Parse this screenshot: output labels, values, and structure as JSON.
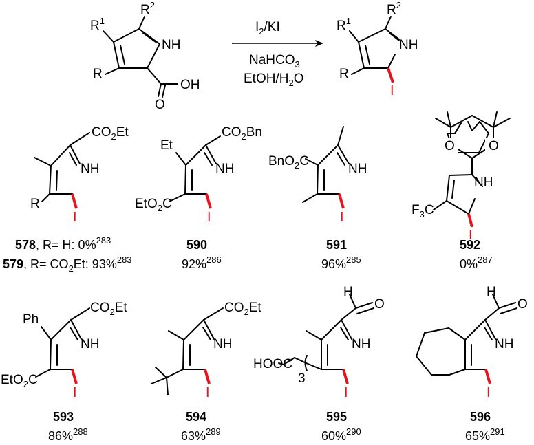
{
  "reaction": {
    "reagent_I2": "I",
    "reagent_I2_sub": "2",
    "reagent_KI": "/KI",
    "reagent_base": "NaHCO",
    "reagent_base_sub": "3",
    "solvent_a": "EtOH/H",
    "solvent_sub": "2",
    "solvent_b": "O",
    "sm_R1": "R",
    "sm_R1_sup": "1",
    "sm_R2": "R",
    "sm_R2_sup": "2",
    "sm_R": "R",
    "sm_NH": "NH",
    "sm_O": "O",
    "sm_OH": "OH",
    "pr_R1": "R",
    "pr_R1_sup": "1",
    "pr_R2": "R",
    "pr_R2_sup": "2",
    "pr_R": "R",
    "pr_NH": "NH",
    "pr_I": "I"
  },
  "compounds": [
    {
      "id": "c578",
      "groups": {
        "ester": "CO",
        "ester_sub": "2",
        "ester_tail": "Et",
        "R": "R",
        "NH": "NH",
        "I": "I"
      },
      "captions": [
        {
          "num": "578",
          "text": ", R= H: 0%",
          "ref": "283"
        },
        {
          "num": "579",
          "text": ", R= CO",
          "sub": "2",
          "text2": "Et: 93%",
          "ref": "283"
        }
      ]
    },
    {
      "id": "c590",
      "groups": {
        "Et": "Et",
        "ester": "CO",
        "ester_sub": "2",
        "ester_tail": "Bn",
        "ester2": "EtO",
        "ester2_sub": "2",
        "ester2_tail": "C",
        "NH": "NH",
        "I": "I"
      },
      "captions": [
        {
          "num": "590",
          "yield": "92%",
          "ref": "286"
        }
      ]
    },
    {
      "id": "c591",
      "groups": {
        "ester": "BnO",
        "ester_sub": "2",
        "ester_tail": "C",
        "NH": "NH",
        "I": "I"
      },
      "captions": [
        {
          "num": "591",
          "yield": "96%",
          "ref": "285"
        }
      ]
    },
    {
      "id": "c592",
      "groups": {
        "O1": "O",
        "O2": "O",
        "cf3": "F",
        "cf3_sub": "3",
        "cf3_tail": "C",
        "NH": "NH",
        "I": "I"
      },
      "captions": [
        {
          "num": "592",
          "yield": "0%",
          "ref": "287"
        }
      ]
    },
    {
      "id": "c593",
      "groups": {
        "Ph": "Ph",
        "ester": "CO",
        "ester_sub": "2",
        "ester_tail": "Et",
        "ester2": "EtO",
        "ester2_sub": "2",
        "ester2_tail": "C",
        "NH": "NH",
        "I": "I"
      },
      "captions": [
        {
          "num": "593",
          "yield": "86%",
          "ref": "288"
        }
      ]
    },
    {
      "id": "c594",
      "groups": {
        "ester": "CO",
        "ester_sub": "2",
        "ester_tail": "Et",
        "NH": "NH",
        "I": "I"
      },
      "captions": [
        {
          "num": "594",
          "yield": "63%",
          "ref": "289"
        }
      ]
    },
    {
      "id": "c595",
      "groups": {
        "H": "H",
        "O": "O",
        "acid": "HOOC",
        "n": "3",
        "NH": "NH",
        "I": "I"
      },
      "captions": [
        {
          "num": "595",
          "yield": "60%",
          "ref": "290"
        }
      ]
    },
    {
      "id": "c596",
      "groups": {
        "H": "H",
        "O": "O",
        "NH": "NH",
        "I": "I"
      },
      "captions": [
        {
          "num": "596",
          "yield": "65%",
          "ref": "291"
        }
      ]
    }
  ],
  "colors": {
    "iodine": "#e8141d",
    "bond": "#000000"
  }
}
